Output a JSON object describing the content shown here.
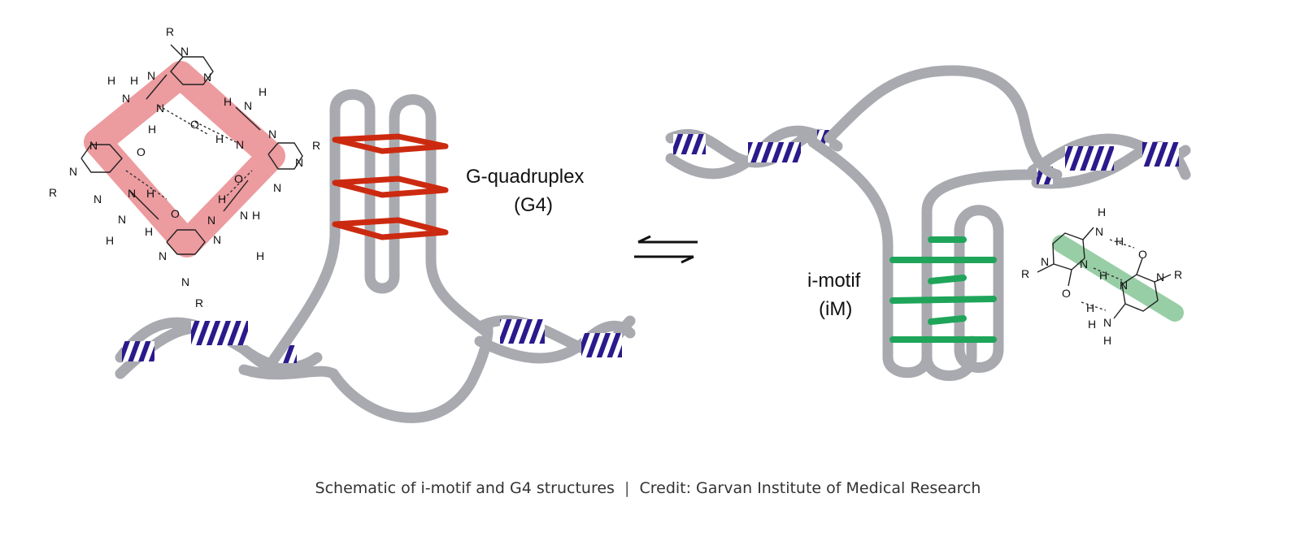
{
  "labels": {
    "g4_name": "G-quadruplex",
    "g4_abbr": "(G4)",
    "im_name": "i-motif",
    "im_abbr": "(iM)"
  },
  "chemistry": {
    "atoms": [
      "R",
      "N",
      "H",
      "O"
    ]
  },
  "caption": {
    "text": "Schematic of i-motif and G4 structures",
    "separator": "|",
    "credit": "Credit: Garvan Institute of Medical Research"
  },
  "colors": {
    "backbone": "#a9aab0",
    "helix_bars": "#2a1a8c",
    "g4_tetrads": "#cc2a10",
    "im_pairs": "#1fa55a",
    "g_tetrad_highlight": "#e98a8e",
    "c_pair_highlight": "#86c597"
  }
}
